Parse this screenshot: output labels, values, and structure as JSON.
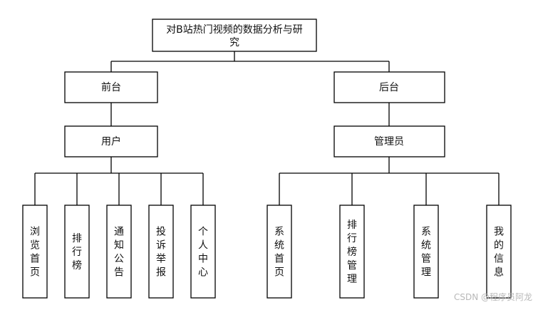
{
  "root": {
    "label": "对B站热门视频的数据分析与研究"
  },
  "branches": [
    {
      "label": "前台",
      "role": "用户",
      "items": [
        "浏览首页",
        "排行榜",
        "通知公告",
        "投诉举报",
        "个人中心"
      ]
    },
    {
      "label": "后台",
      "role": "管理员",
      "items": [
        "系统首页",
        "排行榜管理",
        "系统管理",
        "我的信息"
      ]
    }
  ],
  "watermark": "CSDN @程序员阿龙",
  "colors": {
    "line": "#000000",
    "box_fill": "#ffffff",
    "text": "#111111"
  }
}
